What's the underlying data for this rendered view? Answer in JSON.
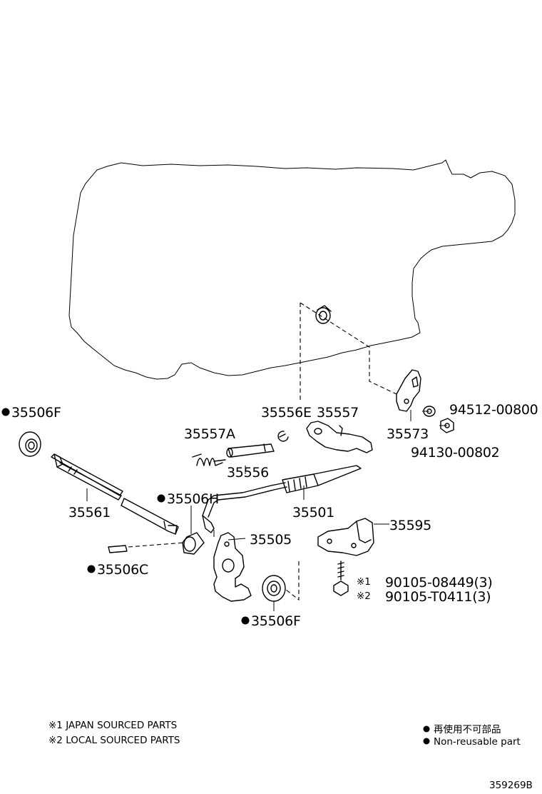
{
  "labels": {
    "p35506F_top": "35506F",
    "p35557A": "35557A",
    "p35556E": "35556E",
    "p35557": "35557",
    "p35573": "35573",
    "p94512": "94512-00800",
    "p94130": "94130-00802",
    "p35556": "35556",
    "p35561": "35561",
    "p35506H": "35506H",
    "p35501": "35501",
    "p35595": "35595",
    "p35505": "35505",
    "p35506C": "35506C",
    "p90105a": "90105-08449(3)",
    "p90105b": "90105-T0411(3)",
    "p35506F_bot": "35506F",
    "mark1": "※1",
    "mark2": "※2"
  },
  "notes": {
    "japan": "※1 JAPAN SOURCED PARTS",
    "local": "※2 LOCAL SOURCED PARTS",
    "nonreuse_jp": "再使用不可部品",
    "nonreuse_en": "Non-reusable part"
  },
  "diagram_id": "359269B"
}
